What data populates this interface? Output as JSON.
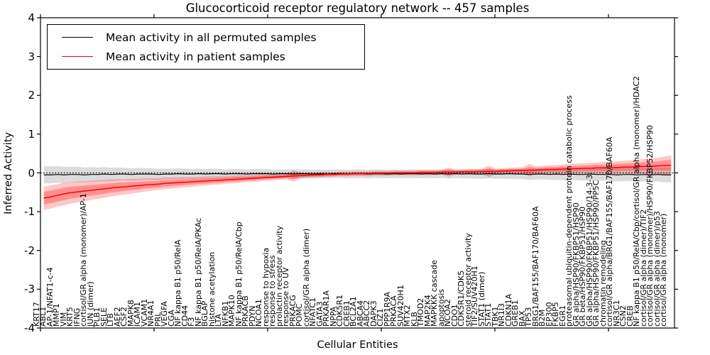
{
  "chart_data": {
    "type": "line",
    "title": "Glucocorticoid receptor regulatory network -- 457 samples",
    "xlabel": "Cellular Entities",
    "ylabel": "Inferred Activity",
    "ylim": [
      -4,
      4
    ],
    "yticks": [
      -4,
      -3,
      -2,
      -1,
      0,
      1,
      2,
      3,
      4
    ],
    "grid": false,
    "zero_line": {
      "y": 0,
      "style": "dotted",
      "color": "#000000"
    },
    "legend": {
      "position": "upper left",
      "entries": [
        {
          "label": "Mean activity in all permuted samples",
          "color": "#000000"
        },
        {
          "label": "Mean activity in patient samples",
          "color": "#ff0000"
        }
      ]
    },
    "categories": [
      "KRT17",
      "ABL1",
      "AP-1/NFAT1-c-4",
      "MMP1",
      "VIM",
      "KRT5",
      "IFNG",
      "cortisol/GR alpha (monomer)/AP-1",
      "JUN (dimer)",
      "PLB1",
      "SELE",
      "LTB",
      "AEF2",
      "CSF2",
      "MAPK8",
      "ICAM1",
      "VCAM1",
      "NR4A1",
      "PRL",
      "VEGFA",
      "CGA",
      "NF kappa B1 p50/RelA",
      "CD44",
      "F3",
      "NF kappa B1 p50/RelA/PKAc",
      "BGLAP",
      "histone acetylation",
      "LTA",
      "NFKB1",
      "MAPK10",
      "NF kappa B1 p50/RelA/Cbp",
      "PRKACB",
      "PDYN",
      "NCOA1",
      "response to hypoxia",
      "response to stress",
      "prolactin receptor activity",
      "response to UV",
      "PRKACG",
      "POMC",
      "cortisol/GR alpha (dimer)",
      "NFATC1",
      "GATA3",
      "PRKAR1A",
      "NPPA",
      "CDK5R1",
      "CREB1",
      "BCL2A1",
      "ABCA4",
      "ABCC2",
      "DAPK3",
      "CIZ1",
      "PPP1R9A",
      "PRKACA",
      "SUV420H1",
      "MTX2",
      "KLB",
      "TMOD2",
      "MAP2K4",
      "MAPKKK cascade",
      "apoptosis",
      "NCOA2",
      "CDO1",
      "CDK5R1/CDK5",
      "steroid receptor activity",
      "TIF2/SUV420H1",
      "STAT1 (dimer)",
      "STAT1",
      "TBK1",
      "NR1I3",
      "CDKN1A",
      "GREB1",
      "BAX",
      "TP53",
      "BRG1/BAF155/BAF170/BAF60A",
      "B2M",
      "EP300",
      "FKBP5",
      "EGR1",
      "proteasomal ubiquitin-dependent protein catabolic process",
      "GR alpha/HSP90/FKBP51/HSP90",
      "GR beta/HSP90/FKBP51/HSP90",
      "GR alpha/HSP90/FKBP51/HSP90/14-3-3",
      "GR alpha/HSP90/FKBP51/HSP90/PP5C",
      "chromatin remodeling",
      "cortisol/GR alpha/BRG1/BAF155/BAF170/BAF60A",
      "NR3C1",
      "CSN2",
      "CREB",
      "NF kappa B1 p50/RelA/Cbp/cortisol/GR alpha (monomer)/HDAC2",
      "cortisol/GR alpha (dimer)/TIF2",
      "cortisol/GR alpha (monomer)/HSP90/FKBP52/HSP90",
      "cortisol/GR alpha (dimer)/p53",
      "cortisol/GR alpha (monomer)"
    ],
    "series": [
      {
        "name": "Mean activity in all permuted samples",
        "color": "#000000",
        "band_color": "#808080",
        "values": [
          -0.05,
          -0.05,
          -0.04,
          -0.05,
          -0.04,
          -0.04,
          -0.05,
          -0.04,
          -0.04,
          -0.03,
          -0.04,
          -0.03,
          -0.03,
          -0.04,
          -0.03,
          -0.03,
          -0.03,
          -0.04,
          -0.03,
          -0.03,
          -0.02,
          -0.03,
          -0.03,
          -0.02,
          -0.03,
          -0.02,
          -0.02,
          -0.03,
          -0.02,
          -0.02,
          -0.03,
          -0.02,
          -0.02,
          -0.02,
          -0.03,
          -0.02,
          -0.02,
          -0.03,
          -0.02,
          -0.02,
          -0.03,
          -0.02,
          -0.03,
          -0.02,
          -0.02,
          -0.03,
          -0.02,
          -0.02,
          -0.03,
          -0.02,
          -0.02,
          -0.03,
          -0.02,
          -0.03,
          -0.02,
          -0.02,
          -0.03,
          -0.02,
          -0.03,
          -0.02,
          -0.03,
          -0.02,
          -0.03,
          -0.02,
          -0.03,
          -0.03,
          -0.02,
          -0.03,
          -0.03,
          -0.02,
          -0.03,
          -0.03,
          -0.04,
          -0.03,
          -0.03,
          -0.04,
          -0.03,
          -0.04,
          -0.03,
          -0.04,
          -0.04,
          -0.03,
          -0.04,
          -0.04,
          -0.04,
          -0.05,
          -0.04,
          -0.04,
          -0.05,
          -0.04,
          -0.05,
          -0.04,
          -0.05,
          -0.05
        ],
        "band_halfwidth": [
          0.22,
          0.22,
          0.21,
          0.21,
          0.2,
          0.2,
          0.19,
          0.19,
          0.18,
          0.18,
          0.17,
          0.17,
          0.16,
          0.16,
          0.16,
          0.15,
          0.15,
          0.15,
          0.14,
          0.14,
          0.14,
          0.14,
          0.13,
          0.13,
          0.13,
          0.13,
          0.13,
          0.12,
          0.12,
          0.12,
          0.12,
          0.12,
          0.12,
          0.12,
          0.11,
          0.11,
          0.11,
          0.12,
          0.11,
          0.11,
          0.11,
          0.11,
          0.11,
          0.11,
          0.11,
          0.11,
          0.11,
          0.11,
          0.11,
          0.11,
          0.11,
          0.11,
          0.11,
          0.11,
          0.11,
          0.11,
          0.11,
          0.11,
          0.11,
          0.11,
          0.12,
          0.11,
          0.11,
          0.12,
          0.12,
          0.12,
          0.12,
          0.12,
          0.12,
          0.13,
          0.13,
          0.13,
          0.14,
          0.14,
          0.14,
          0.14,
          0.15,
          0.15,
          0.15,
          0.15,
          0.16,
          0.16,
          0.16,
          0.16,
          0.17,
          0.17,
          0.17,
          0.17,
          0.18,
          0.18,
          0.18,
          0.18,
          0.19,
          0.19
        ]
      },
      {
        "name": "Mean activity in patient samples",
        "color": "#ff0000",
        "band_color": "#ff0000",
        "values": [
          -0.65,
          -0.62,
          -0.58,
          -0.54,
          -0.51,
          -0.49,
          -0.47,
          -0.45,
          -0.43,
          -0.41,
          -0.39,
          -0.37,
          -0.36,
          -0.34,
          -0.33,
          -0.31,
          -0.3,
          -0.29,
          -0.27,
          -0.26,
          -0.25,
          -0.24,
          -0.23,
          -0.22,
          -0.21,
          -0.2,
          -0.19,
          -0.18,
          -0.17,
          -0.16,
          -0.15,
          -0.14,
          -0.13,
          -0.12,
          -0.11,
          -0.1,
          -0.09,
          -0.08,
          -0.07,
          -0.06,
          -0.05,
          -0.05,
          -0.04,
          -0.04,
          -0.03,
          -0.03,
          -0.02,
          -0.02,
          -0.02,
          -0.01,
          -0.01,
          -0.01,
          0.0,
          0.0,
          0.0,
          0.0,
          0.01,
          0.01,
          0.01,
          0.02,
          0.02,
          0.02,
          0.03,
          0.03,
          0.03,
          0.04,
          0.04,
          0.04,
          0.05,
          0.05,
          0.06,
          0.06,
          0.07,
          0.07,
          0.08,
          0.09,
          0.09,
          0.1,
          0.11,
          0.11,
          0.12,
          0.12,
          0.13,
          0.13,
          0.14,
          0.14,
          0.15,
          0.15,
          0.16,
          0.17,
          0.17,
          0.18,
          0.19,
          0.2
        ],
        "band_halfwidth": [
          0.3,
          0.3,
          0.29,
          0.29,
          0.28,
          0.27,
          0.26,
          0.25,
          0.24,
          0.23,
          0.22,
          0.21,
          0.2,
          0.19,
          0.18,
          0.17,
          0.16,
          0.15,
          0.15,
          0.14,
          0.14,
          0.13,
          0.13,
          0.12,
          0.12,
          0.11,
          0.11,
          0.1,
          0.1,
          0.1,
          0.09,
          0.09,
          0.09,
          0.08,
          0.08,
          0.08,
          0.08,
          0.15,
          0.08,
          0.07,
          0.07,
          0.07,
          0.06,
          0.06,
          0.06,
          0.06,
          0.06,
          0.06,
          0.06,
          0.06,
          0.06,
          0.06,
          0.06,
          0.06,
          0.06,
          0.06,
          0.06,
          0.06,
          0.06,
          0.06,
          0.12,
          0.06,
          0.06,
          0.06,
          0.07,
          0.07,
          0.15,
          0.07,
          0.07,
          0.08,
          0.08,
          0.09,
          0.16,
          0.1,
          0.1,
          0.11,
          0.11,
          0.12,
          0.12,
          0.13,
          0.13,
          0.14,
          0.14,
          0.15,
          0.15,
          0.16,
          0.16,
          0.17,
          0.18,
          0.19,
          0.2,
          0.21,
          0.23,
          0.25
        ]
      }
    ]
  }
}
